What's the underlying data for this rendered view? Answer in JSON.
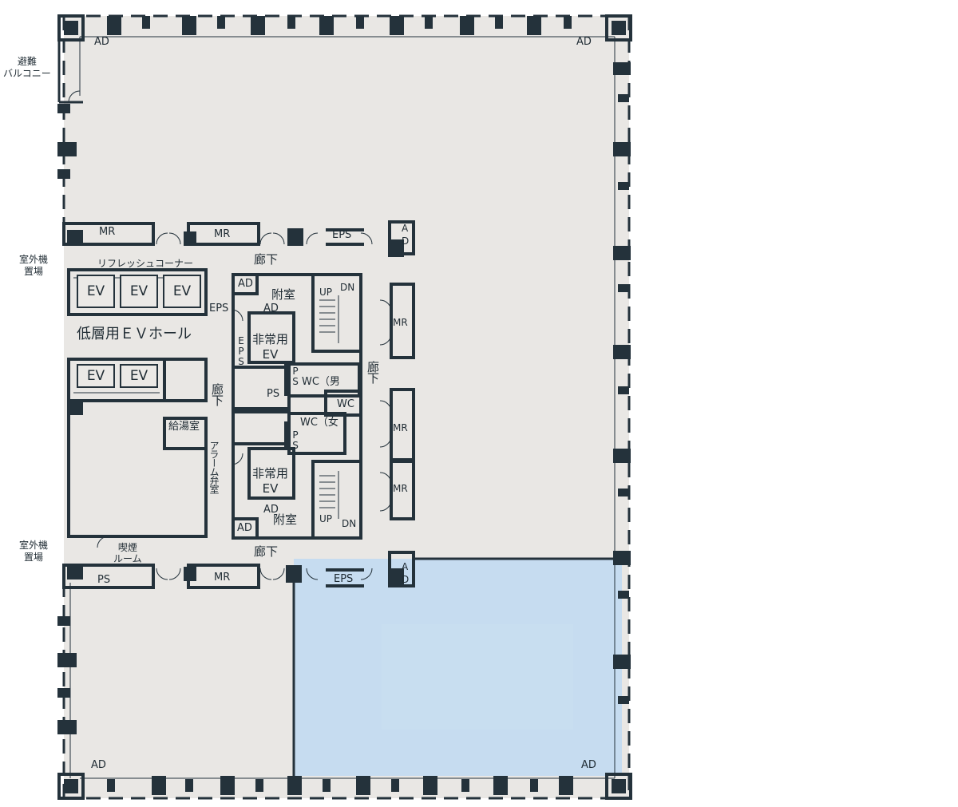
{
  "labels": {
    "ad": "AD",
    "ad_stack_a": "A",
    "ad_stack_d": "D",
    "mr": "MR",
    "eps": "EPS",
    "ev": "EV",
    "ps": "PS",
    "up": "UP",
    "dn": "DN",
    "wc": "WC",
    "corridor": "廊下",
    "annex_room": "附室",
    "emergency_ev_line1": "非常用",
    "emergency_ev_line2": "EV",
    "low_rise_ev_hall": "低層用ＥＶホール",
    "kitchenette": "給湯室",
    "alarm_valve_room": "アラーム弁室",
    "eps_vertical": "EPS",
    "ps_vertical": "PS",
    "wc_men": "WC（男",
    "wc_women": "WC（女",
    "refresh_corner": "リフレッシュコーナー",
    "smoking_room_line1": "喫煙",
    "smoking_room_line2": "ルーム"
  },
  "annotations": {
    "evac_balcony_line1": "避難",
    "evac_balcony_line2": "バルコニー",
    "outdoor_unit_line1": "室外機",
    "outdoor_unit_line2": "置場"
  },
  "colors": {
    "floor": "#e9e7e4",
    "wall": "#24323b",
    "highlight": "#c6dcf0"
  }
}
